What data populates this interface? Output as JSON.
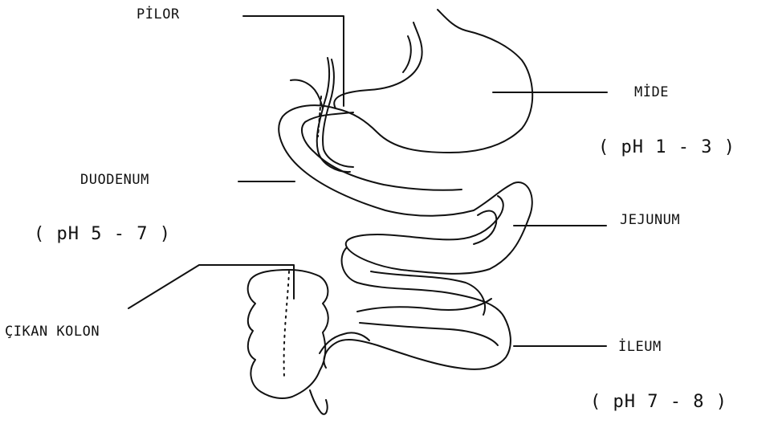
{
  "labels": {
    "pilor": "PİLOR",
    "mide": "MİDE",
    "mide_ph": "( pH  1 - 3 )",
    "duodenum": "DUODENUM",
    "duodenum_ph": "( pH 5 - 7 )",
    "jejunum": "JEJUNUM",
    "cikan_kolon": "ÇIKAN KOLON",
    "ileum": "İLEUM",
    "ileum_ph": "( pH  7 - 8 )"
  },
  "colors": {
    "stroke": "#111111",
    "background": "#ffffff"
  }
}
